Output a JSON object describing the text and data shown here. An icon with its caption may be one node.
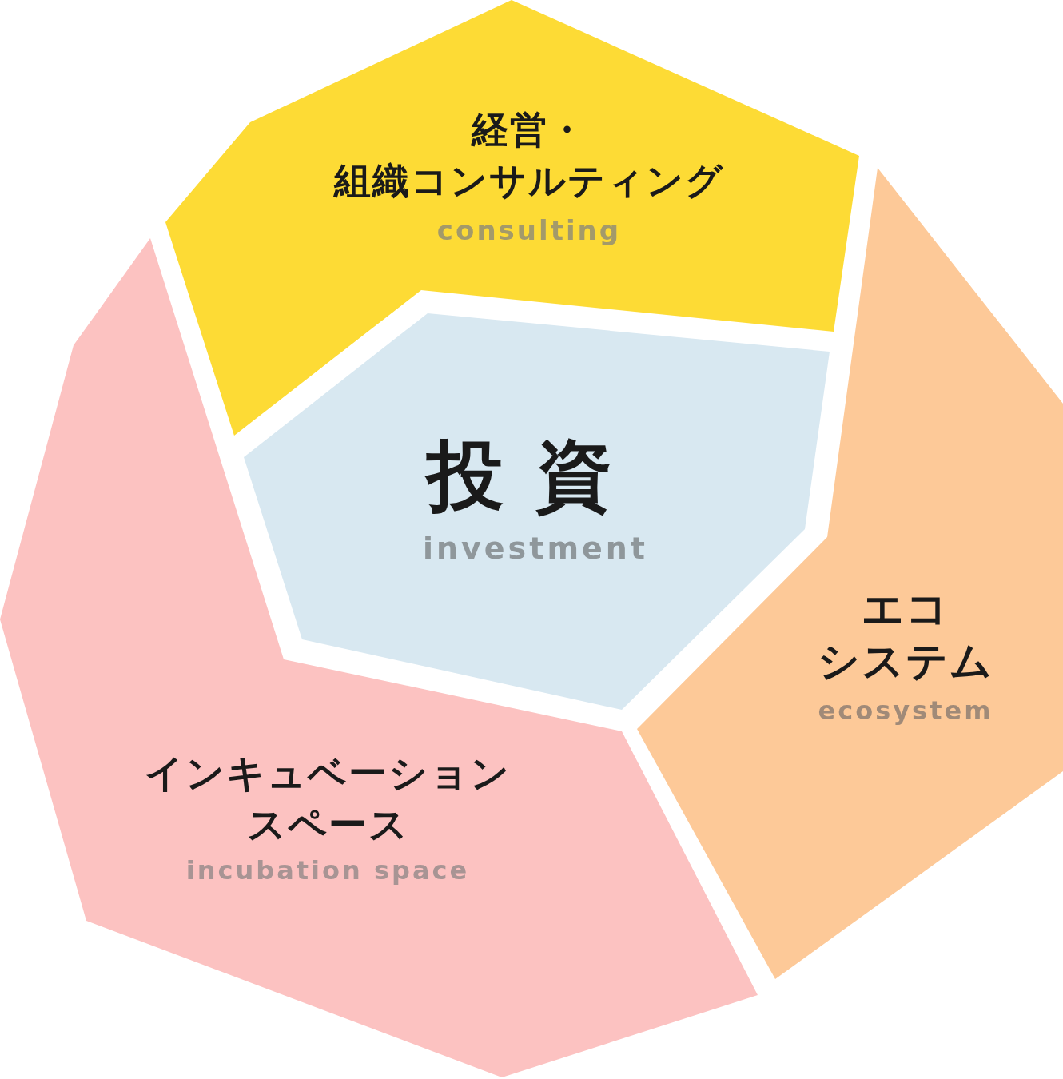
{
  "diagram": {
    "nodes": [
      {
        "text": [
          "経営・組織コンサルティング",
          "consulting"
        ]
      },
      {
        "text": [
          "投資",
          "investment"
        ]
      },
      {
        "text": [
          "エコシステム",
          "ecosystem"
        ]
      },
      {
        "text": [
          "インキュベーションスペース",
          "incubation space"
        ]
      }
    ]
  }
}
